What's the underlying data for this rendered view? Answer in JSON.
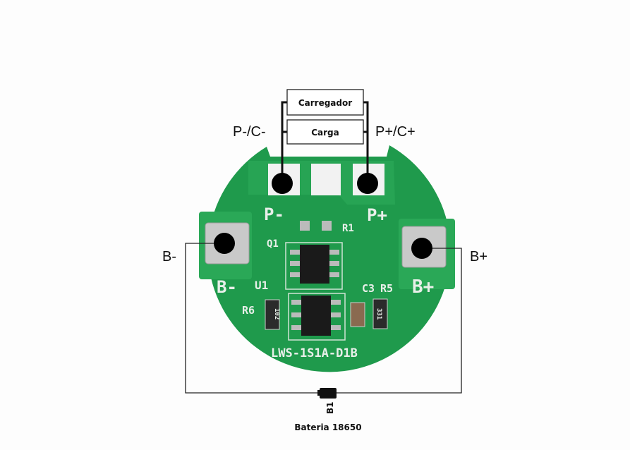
{
  "labels": {
    "p_minus_c_minus": "P-/C-",
    "p_plus_c_plus": "P+/C+",
    "b_minus": "B-",
    "b_plus": "B+",
    "charger": "Carregador",
    "load": "Carga",
    "battery_ref": "B1",
    "battery_caption": "Bateria 18650"
  },
  "board": {
    "silk_p_minus": "P-",
    "silk_p_plus": "P+",
    "silk_r1": "R1",
    "silk_q1": "Q1",
    "silk_b_minus": "B-",
    "silk_u1": "U1",
    "silk_c3": "C3",
    "silk_r5": "R5",
    "silk_b_plus": "B+",
    "silk_r6": "R6",
    "model": "LWS-1S1A-D1B",
    "r6_code": "102",
    "r5_code": "331"
  },
  "colors": {
    "pcb": "#1f9a4c",
    "pcb_dark": "#17843f",
    "pad": "#cfcfcf"
  }
}
